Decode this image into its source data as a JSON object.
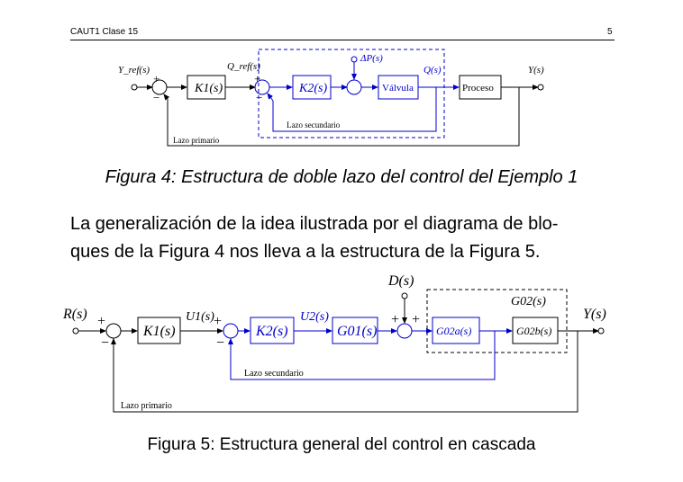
{
  "header": {
    "title": "CAUT1 Clase 15",
    "page_number": "5"
  },
  "figure4": {
    "caption": "Figura 4: Estructura de doble lazo del control del Ejemplo 1",
    "input_label": "Y_ref(s)",
    "qref_label": "Q_ref(s)",
    "k1_label": "K1(s)",
    "k2_label": "K2(s)",
    "valve_label": "Válvula",
    "process_label": "Proceso",
    "disturbance_label": "ΔP(s)",
    "q_label": "Q(s)",
    "output_label": "Y(s)",
    "inner_loop_label": "Lazo secundario",
    "outer_loop_label": "Lazo primario",
    "plus": "+",
    "minus": "−"
  },
  "paragraph": {
    "line1": "La generalización de la idea ilustrada por el diagrama de blo-",
    "line2": "ques de la Figura 4 nos lleva a la estructura de la Figura 5."
  },
  "figure5": {
    "caption": "Figura 5: Estructura general del control en cascada",
    "input_label": "R(s)",
    "u1_label": "U1(s)",
    "u2_label": "U2(s)",
    "k1_label": "K1(s)",
    "k2_label": "K2(s)",
    "g01_label": "G01(s)",
    "g02a_label": "G02a(s)",
    "g02b_label": "G02b(s)",
    "g02_label": "G02(s)",
    "disturbance_label": "D(s)",
    "output_label": "Y(s)",
    "inner_loop_label": "Lazo secundario",
    "outer_loop_label": "Lazo primario",
    "plus": "+",
    "minus": "−"
  }
}
